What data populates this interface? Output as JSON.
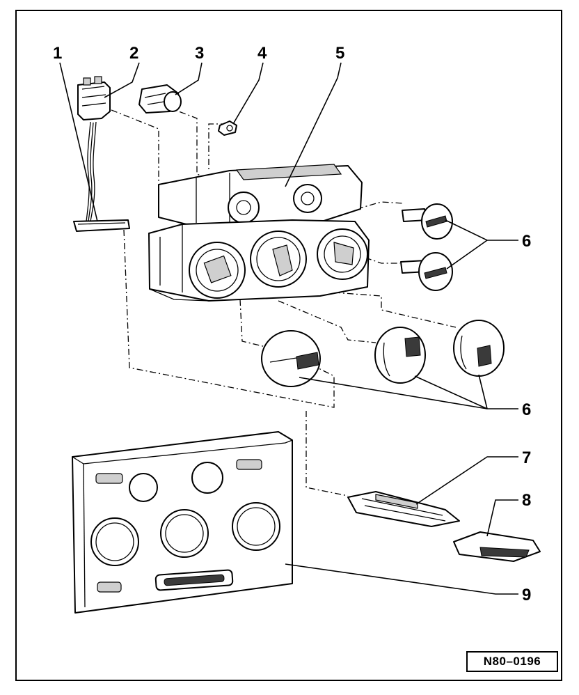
{
  "diagram": {
    "callouts": [
      {
        "id": "callout-1",
        "label": "1"
      },
      {
        "id": "callout-2",
        "label": "2"
      },
      {
        "id": "callout-3",
        "label": "3"
      },
      {
        "id": "callout-4",
        "label": "4"
      },
      {
        "id": "callout-5",
        "label": "5"
      },
      {
        "id": "callout-6a",
        "label": "6"
      },
      {
        "id": "callout-6b",
        "label": "6"
      },
      {
        "id": "callout-7",
        "label": "7"
      },
      {
        "id": "callout-8",
        "label": "8"
      },
      {
        "id": "callout-9",
        "label": "9"
      }
    ],
    "reference_code": "N80–0196"
  }
}
